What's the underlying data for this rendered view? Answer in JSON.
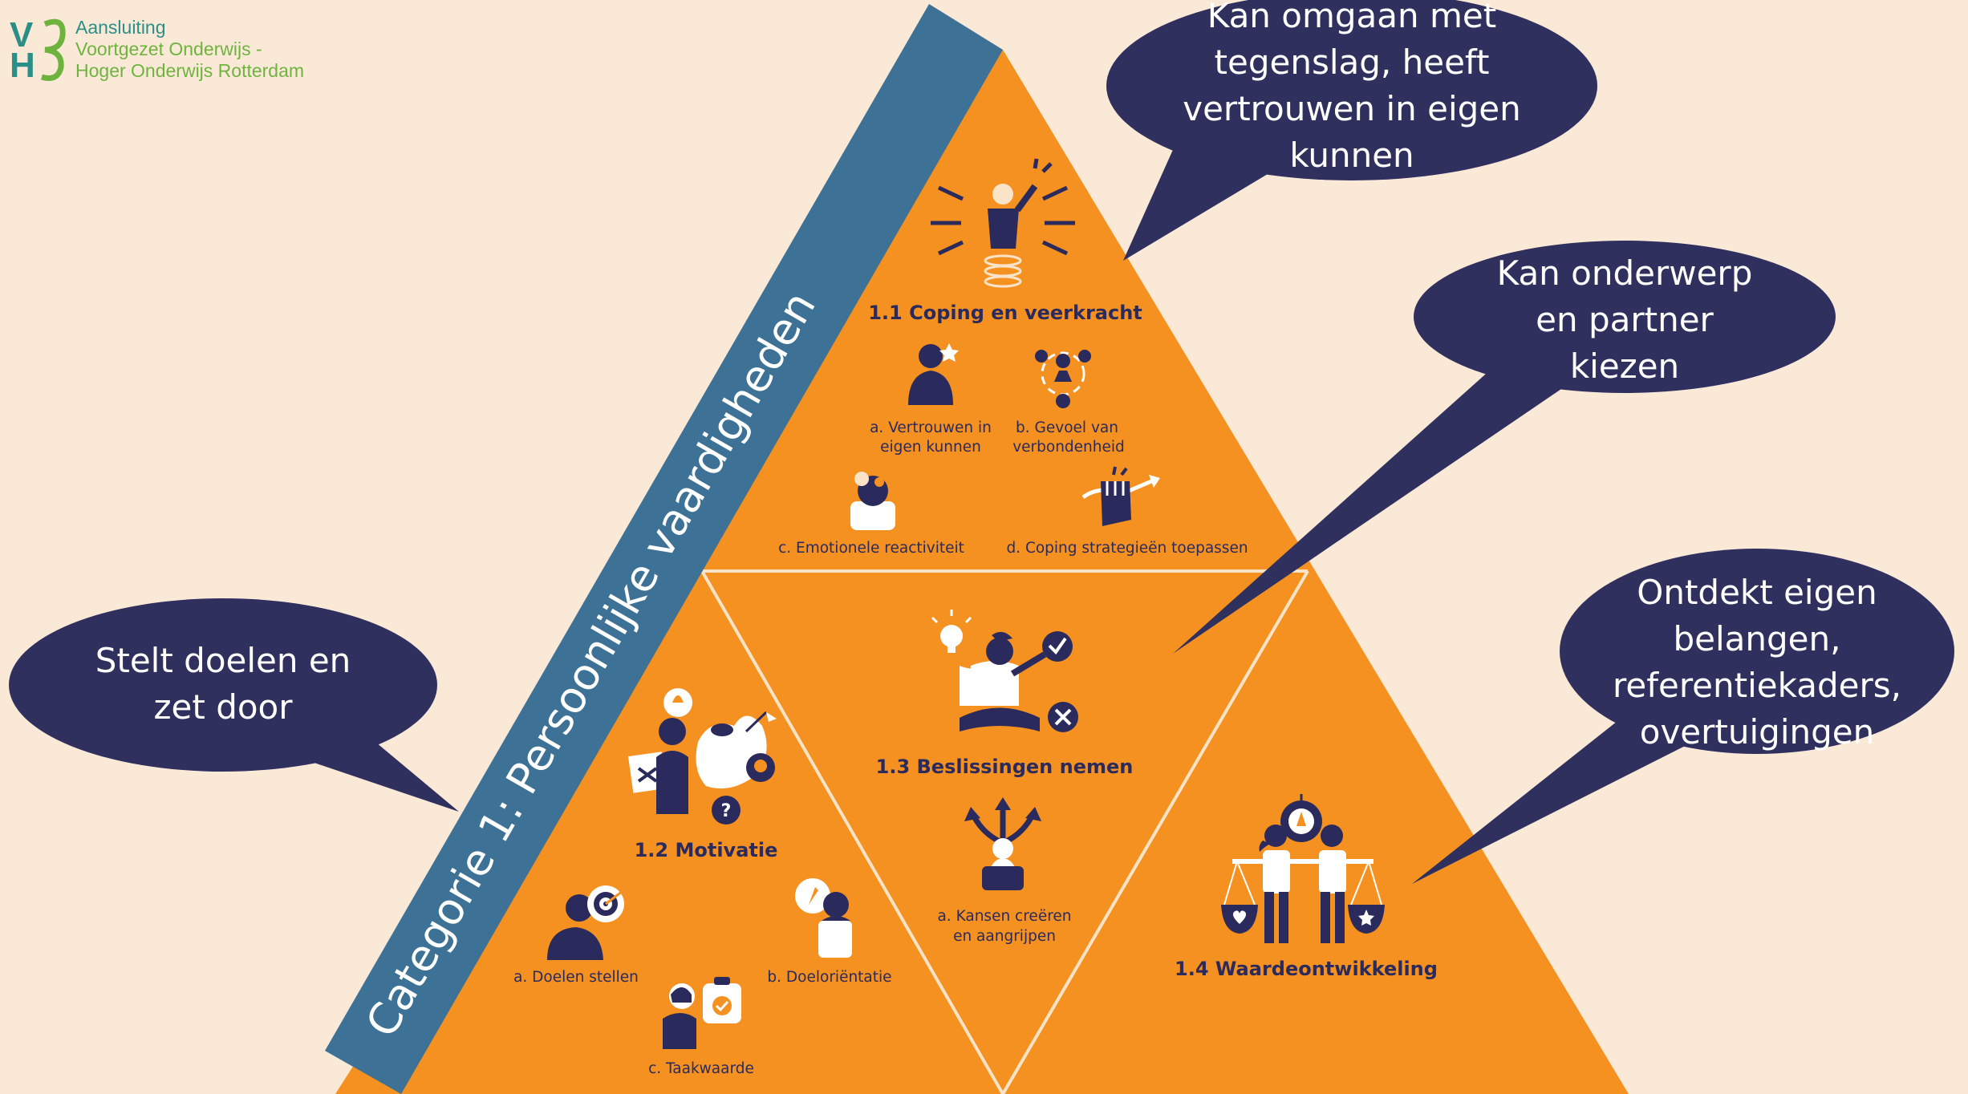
{
  "logo": {
    "mark_top": "V",
    "mark_bottom": "H",
    "line1": "Aansluiting",
    "line2": "Voortgezet Onderwijs -",
    "line3": "Hoger Onderwijs Rotterdam"
  },
  "category_label": "Categorie 1: Persoonlijke vaardigheden",
  "sections": {
    "coping": {
      "title": "1.1 Coping en veerkracht",
      "a1": "a. Vertrouwen in",
      "a2": "eigen kunnen",
      "b1": "b. Gevoel van",
      "b2": "verbondenheid",
      "c": "c. Emotionele reactiviteit",
      "d": "d. Coping strategieën toepassen"
    },
    "motivatie": {
      "title": "1.2 Motivatie",
      "a": "a. Doelen stellen",
      "b": "b. Doeloriëntatie",
      "c": "c. Taakwaarde"
    },
    "beslissingen": {
      "title": "1.3 Beslissingen nemen",
      "a1": "a. Kansen creëren",
      "a2": "en aangrijpen"
    },
    "waarde": {
      "title": "1.4 Waardeontwikkeling"
    }
  },
  "bubbles": {
    "top": [
      "Kan omgaan met",
      "tegenslag, heeft",
      "vertrouwen in eigen",
      "kunnen"
    ],
    "middle": [
      "Kan onderwerp",
      "en partner",
      "kiezen"
    ],
    "left": [
      "Stelt doelen en",
      "zet door"
    ],
    "right": [
      "Ontdekt eigen",
      "belangen,",
      "referentiekaders,",
      "overtuigingen"
    ]
  },
  "colors": {
    "background": "#fbe9d8",
    "pyramid": "#f49120",
    "band": "#3e7196",
    "bubble": "#2f305e",
    "icon": "#2b2a5c",
    "logo_teal": "#2a8f86",
    "logo_green": "#6fb33f"
  }
}
